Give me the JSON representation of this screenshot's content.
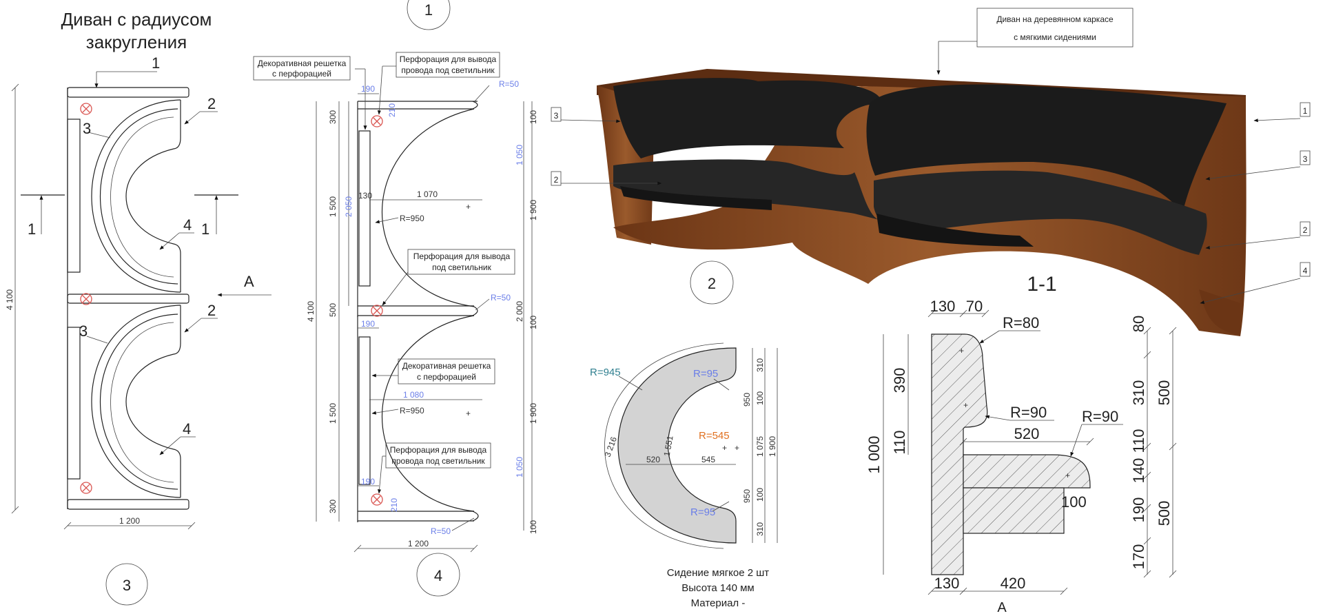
{
  "colors": {
    "line": "#222222",
    "dim_blue": "#6a7ee8",
    "dim_teal": "#2f7f8f",
    "dim_orange": "#e07020",
    "seat_fill": "#d3d3d3",
    "wood": "#8a4a22",
    "upholstery": "#1b1b1b",
    "lamp_mark": "#d9534f"
  },
  "view3": {
    "title_line1": "Диван с радиусом",
    "title_line2": "закругления",
    "marker": "3",
    "callouts": [
      "1",
      "2",
      "3",
      "4",
      "2",
      "3",
      "4"
    ],
    "section_label": "1",
    "view_arrow": "A",
    "dim_height": "4 100",
    "dim_width": "1 200"
  },
  "view4": {
    "marker_top": "1",
    "marker": "4",
    "note_grille_top": "Декоративная решетка\nс перфорацией",
    "note_wire_top": "Перфорация для вывода\nпровода под светильник",
    "note_lamp_mid": "Перфорация для вывода\nпод светильник",
    "note_grille_bottom": "Декоративная решетка\nс перфорацией",
    "note_wire_bottom": "Перфорация для вывода\nпровода под светильник",
    "dims": {
      "d190a": "190",
      "d210a": "210",
      "r50a": "R=50",
      "d300a": "300",
      "d1500a": "1 500",
      "d2050": "2 050",
      "d130": "130",
      "d1070": "1 070",
      "r950a": "R=950",
      "d500": "500",
      "d4100": "4 100",
      "r50b": "R=50",
      "d190b": "190",
      "d1080": "1 080",
      "r950b": "R=950",
      "d1500b": "1 500",
      "d190c": "190",
      "d210b": "210",
      "d300b": "300",
      "r50c": "R=50",
      "d1200": "1 200",
      "r100a": "100",
      "r1050a": "1 050",
      "r1900a": "1 900",
      "r2000": "2 000",
      "r100b": "100",
      "r1900b": "1 900",
      "r1050b": "1 050",
      "r100c": "100"
    }
  },
  "view3d": {
    "note": "Диван на деревянном каркасе\nс мягкими сидениями",
    "marker": "2",
    "callouts_left": [
      "3",
      "2"
    ],
    "callouts_right": [
      "1",
      "3",
      "2",
      "4"
    ]
  },
  "seat": {
    "r945": "R=945",
    "r95a": "R=95",
    "r545": "R=545",
    "r95b": "R=95",
    "d3216": "3 216",
    "d1551": "1 551",
    "d520": "520",
    "d545": "545",
    "d310a": "310",
    "d950a": "950",
    "d100a": "100",
    "d1075": "1 075",
    "d1900": "1 900",
    "d100b": "100",
    "d950b": "950",
    "d310b": "310",
    "caption_line1": "Сидение мягкое 2 шт",
    "caption_line2": "Высота 140 мм",
    "caption_line3": "Материал -"
  },
  "section": {
    "title": "1-1",
    "d130top": "130",
    "d70": "70",
    "r80": "R=80",
    "d390": "390",
    "r90a": "R=90",
    "d1000": "1 000",
    "d110": "110",
    "d520": "520",
    "r90b": "R=90",
    "d100": "100",
    "d130bot": "130",
    "d420": "420",
    "view_label": "A",
    "right_dims": [
      "80",
      "310",
      "110",
      "140",
      "190",
      "170"
    ],
    "right_totals": [
      "500",
      "500"
    ]
  }
}
